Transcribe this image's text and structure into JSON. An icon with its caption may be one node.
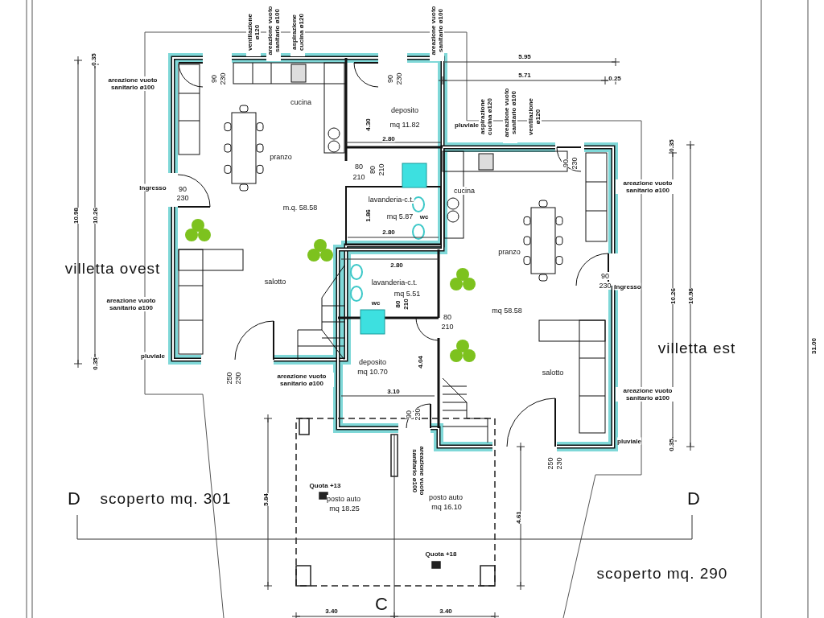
{
  "diagram": {
    "labels": [
      "ventilazione ø120",
      "areazione vuoto sanitario ø100",
      "aspirazione cucina ø120",
      "areazione vuoto sanitario ø100",
      "90",
      "230",
      "90",
      "230",
      "areazione vuoto sanitario ø100",
      "0.35",
      "cucina",
      "deposito",
      "mq 11.82",
      "4.30",
      "2.80",
      "5.95",
      "5.71",
      "0.25",
      "pluviale",
      "aspirazione cucina ø120",
      "areazione vuoto sanitario ø100",
      "ventilazione ø120",
      "0.35",
      "90",
      "230",
      "areazione vuoto sanitario ø100",
      "pranzo",
      "80",
      "210",
      "80",
      "210",
      "Ingresso",
      "90",
      "230",
      "cucina",
      "m.q. 58.58",
      "lavanderia-c.t.",
      "1.86",
      "mq 5.87",
      "wc",
      "2.80",
      "10.98",
      "10.26",
      "pranzo",
      "villetta ovest",
      "2.80",
      "salotto",
      "lavanderia-c.t.",
      "mq 5.51",
      "wc",
      "80",
      "210",
      "90",
      "230",
      "Ingresso",
      "mq 58.58",
      "80",
      "210",
      "areazione vuoto sanitario ø100",
      "pluviale",
      "0.35",
      "10.26",
      "10.98",
      "villetta est",
      "deposito",
      "mq 10.70",
      "4.04",
      "salotto",
      "250",
      "230",
      "areazione vuoto sanitario ø100",
      "3.10",
      "90",
      "230",
      "areazione vuoto sanitario ø100",
      "areazione vuoto sanitario ø100",
      "pluviale",
      "0.35",
      "250",
      "230",
      "31.00",
      "D",
      "scoperto mq. 301",
      "5.84",
      "Quota +13",
      "posto auto",
      "mq 18.25",
      "posto auto",
      "mq 16.10",
      "4.61",
      "D",
      "Quota +18",
      "scoperto mq. 290",
      "C",
      "3.40",
      "3.40"
    ]
  }
}
